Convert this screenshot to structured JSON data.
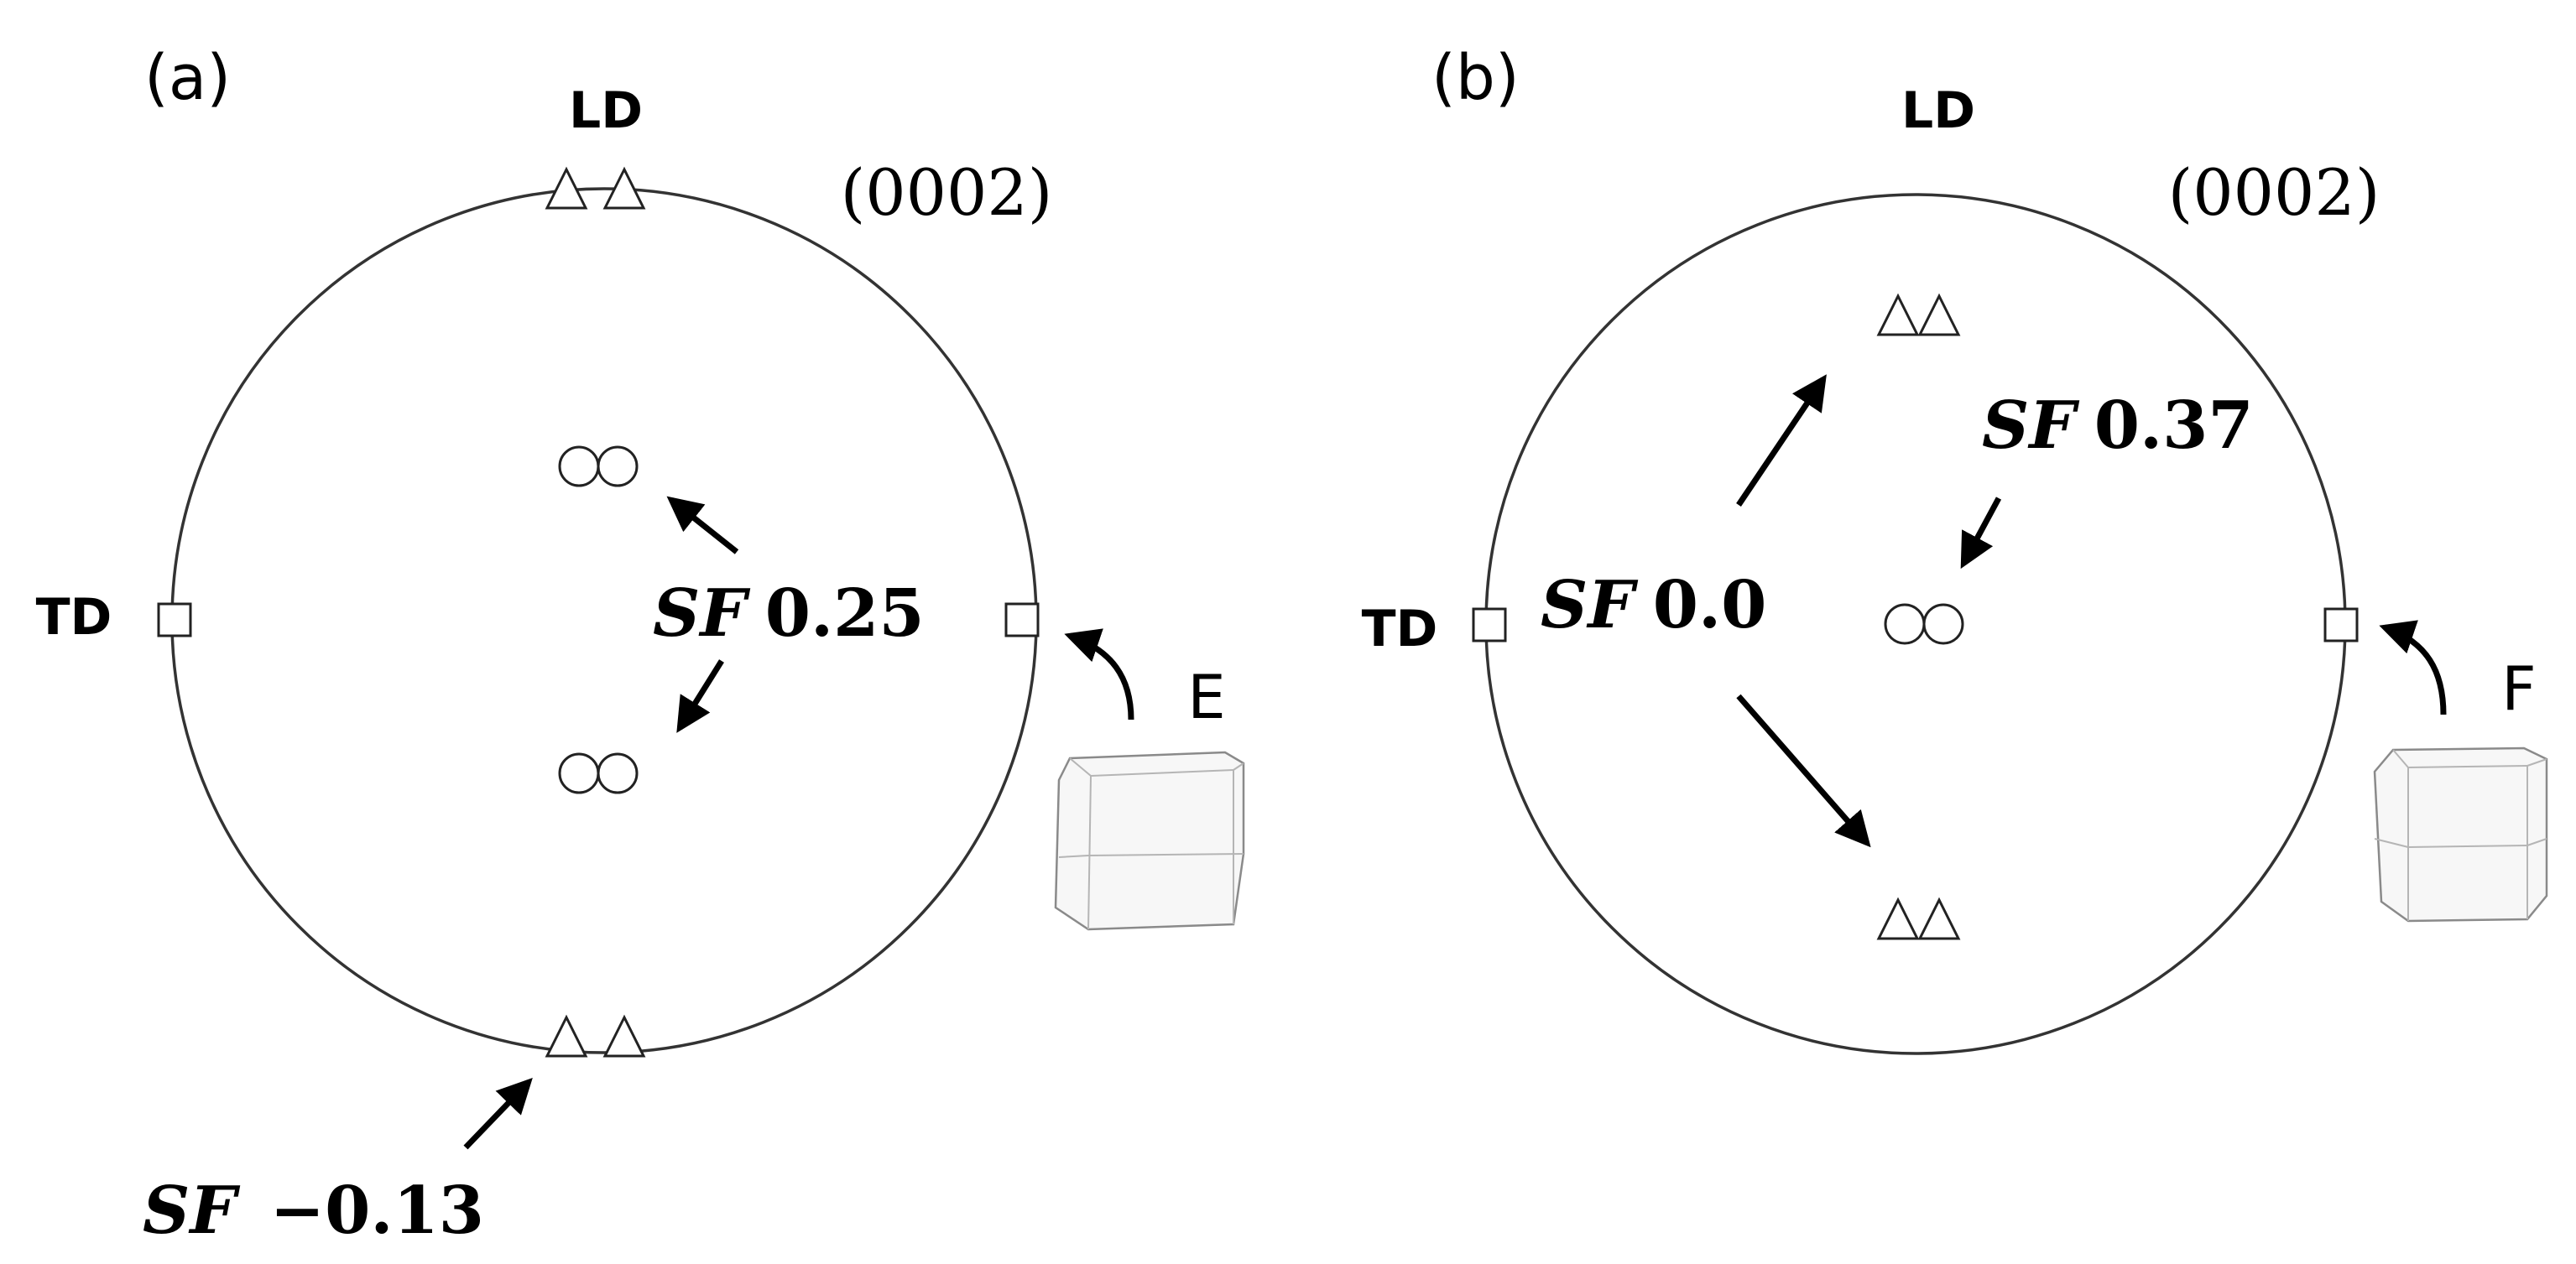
{
  "panel_a": {
    "tag": "(a)",
    "ld": "LD",
    "td": "TD",
    "plane": "(0002)",
    "sf_mid": {
      "prefix": "SF",
      "value": "0.25"
    },
    "sf_bottom": {
      "prefix": "SF",
      "value": "−0.13"
    },
    "grain": "E"
  },
  "panel_b": {
    "tag": "(b)",
    "ld": "LD",
    "td": "TD",
    "plane": "(0002)",
    "sf_left": {
      "prefix": "SF",
      "value": "0.0"
    },
    "sf_right": {
      "prefix": "SF",
      "value": "0.37"
    },
    "grain": "F"
  }
}
